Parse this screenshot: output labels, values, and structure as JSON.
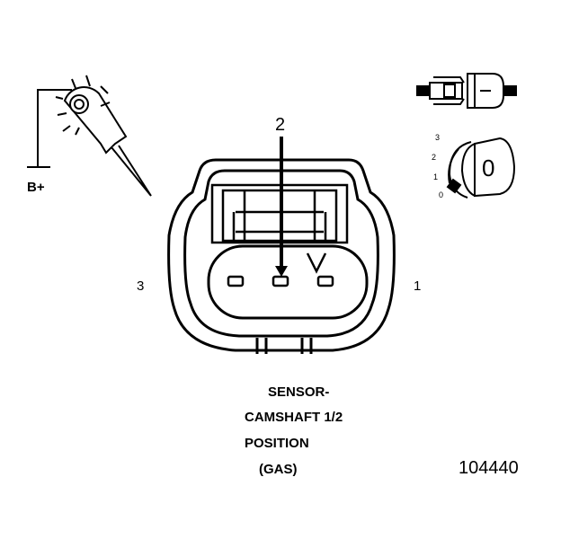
{
  "probe": {
    "label": "B+"
  },
  "connector": {
    "pins": {
      "center": "2",
      "left": "3",
      "right": "1"
    }
  },
  "key_detail": {
    "positions": [
      "3",
      "2",
      "1",
      "0"
    ],
    "selected": "0"
  },
  "caption": {
    "lines": [
      "SENSOR-",
      "CAMSHAFT 1/2",
      "POSITION",
      "(GAS)"
    ]
  },
  "figure_number": "104440",
  "colors": {
    "ink": "#000000",
    "background": "#ffffff"
  }
}
